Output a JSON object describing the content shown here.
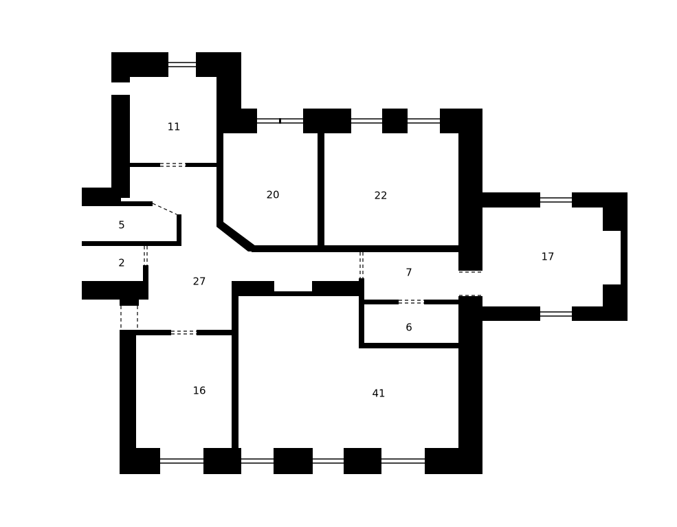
{
  "colors": {
    "wall": "#000000",
    "background": "#ffffff"
  },
  "rooms": [
    {
      "id": "room-11",
      "label": "11"
    },
    {
      "id": "room-20",
      "label": "20"
    },
    {
      "id": "room-22",
      "label": "22"
    },
    {
      "id": "room-17",
      "label": "17"
    },
    {
      "id": "room-5",
      "label": "5"
    },
    {
      "id": "room-2",
      "label": "2"
    },
    {
      "id": "room-27",
      "label": "27"
    },
    {
      "id": "room-7",
      "label": "7"
    },
    {
      "id": "room-6",
      "label": "6"
    },
    {
      "id": "room-16",
      "label": "16"
    },
    {
      "id": "room-41",
      "label": "41"
    }
  ]
}
